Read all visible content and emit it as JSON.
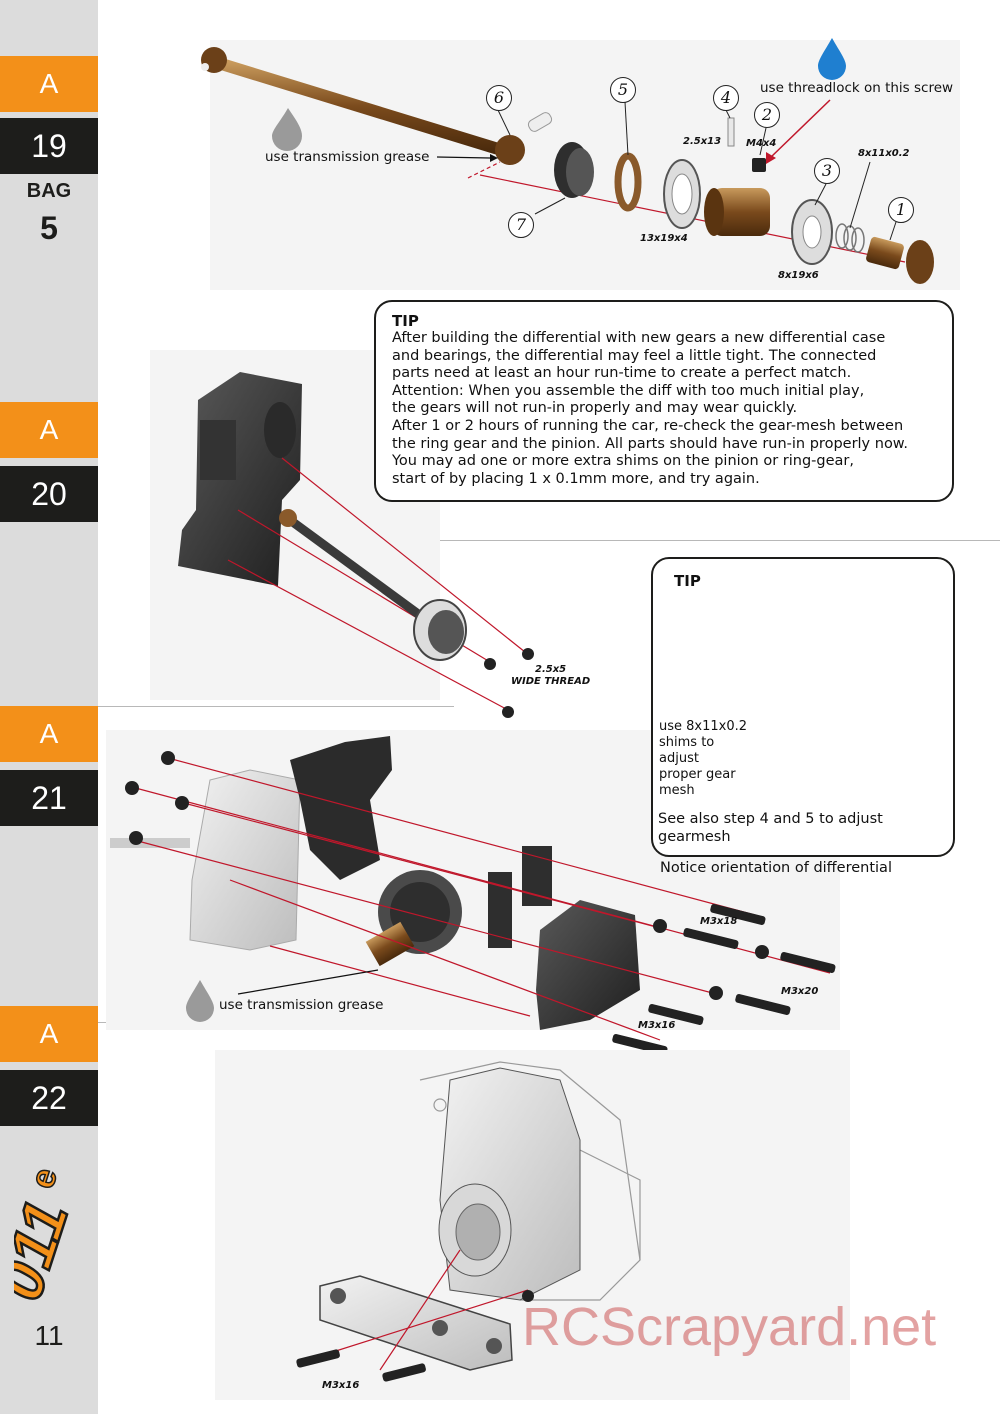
{
  "sidebar": {
    "steps": [
      {
        "letter": "A",
        "number": "19"
      },
      {
        "letter": "A",
        "number": "20"
      },
      {
        "letter": "A",
        "number": "21"
      },
      {
        "letter": "A",
        "number": "22"
      }
    ],
    "bag_label": "BAG",
    "bag_number": "5",
    "page_number": "11",
    "brand_logo_text": "011e"
  },
  "step19": {
    "threadlock_note": "use threadlock on this screw",
    "grease_note": "use transmission grease",
    "callouts": [
      "1",
      "2",
      "3",
      "4",
      "5",
      "6",
      "7"
    ],
    "specs": {
      "pin": "2.5x13",
      "screw": "M4x4",
      "shim": "8x11x0.2",
      "bearing_large": "13x19x4",
      "bearing_small": "8x19x6"
    }
  },
  "tip_main": {
    "title": "TIP",
    "lines": [
      "After building the differential with new gears a new differential case",
      "and bearings, the differential may feel a little tight. The connected",
      "parts need at least an hour run-time to create a perfect match.",
      "Attention: When you assemble the diff with too much initial play,",
      "the gears will not run-in properly and may wear quickly.",
      "After 1 or 2 hours of running the car, re-check the gear-mesh between",
      "the ring gear and the pinion. All parts should have run-in properly now.",
      "You may ad one or more extra shims on the pinion or ring-gear,",
      "start of by placing 1 x 0.1mm more, and try again."
    ]
  },
  "step20": {
    "screw_spec_line1": "2.5x5",
    "screw_spec_line2": "WIDE THREAD"
  },
  "tip_shims": {
    "title": "TIP",
    "shim_note_lines": [
      "use 8x11x0.2",
      "shims to",
      "adjust",
      "proper gear",
      "mesh"
    ],
    "see_also_lines": [
      "See also step 4 and 5 to adjust",
      "gearmesh"
    ],
    "orientation_note": "Notice orientation of differential"
  },
  "step21": {
    "grease_note": "use transmission grease",
    "specs": {
      "upper": "M3x18",
      "middle": "M3x20",
      "lower": "M3x16"
    }
  },
  "step22": {
    "spec": "M3x16"
  },
  "watermark": "RCScrapyard.net",
  "colors": {
    "accent_orange": "#f39019",
    "step_dark": "#1d1d1b",
    "sidebar_gray": "#dcdcdc",
    "bronze": "#8a5a2b",
    "part_dark": "#3a3a3a",
    "guide_red": "#c0172b",
    "threadlock_blue": "#1f7fd0"
  },
  "icons": [
    "threadlock-drop-icon",
    "grease-drop-icon"
  ]
}
